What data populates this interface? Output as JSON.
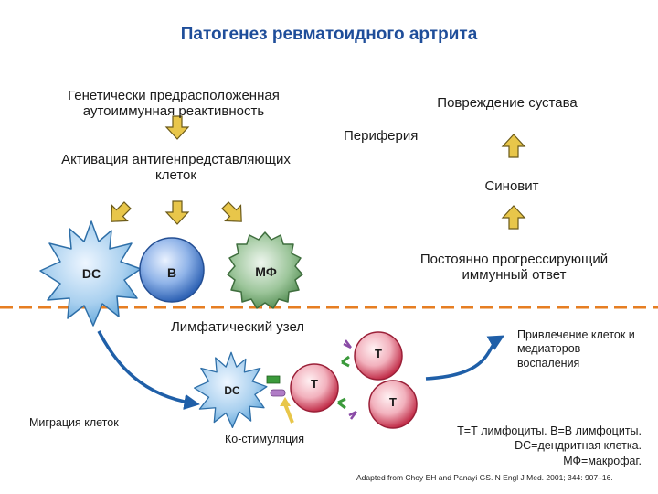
{
  "title": "Патогенез ревматоидного артрита",
  "left_top": [
    "Генетически предрасположенная",
    "аутоиммунная реактивность"
  ],
  "activation": [
    "Активация антигенпредставляющих",
    "клеток"
  ],
  "joint_damage": "Повреждение сустава",
  "periphery": "Периферия",
  "synovitis": "Синовит",
  "immune_response": [
    "Постоянно прогрессирующий",
    "иммунный ответ"
  ],
  "lymph_node": "Лимфатический узел",
  "migration": "Миграция клеток",
  "costimulation": "Ко-стимуляция",
  "recruitment": [
    "Привлечение клеток и",
    "медиаторов",
    "воспаления"
  ],
  "cells": {
    "dc": "DC",
    "b": "B",
    "mf": "МФ",
    "t": "T"
  },
  "legend": [
    "T=Т лимфоциты. B=В лимфоциты.",
    "DC=дендритная клетка.",
    "МФ=макрофаг."
  ],
  "source": "Adapted from Choy EH and Panayi GS. N Engl J Med. 2001; 344: 907–16.",
  "colors": {
    "title": "#1f4e9a",
    "arrow_fill": "#e8c64a",
    "arrow_stroke": "#6b5a1a",
    "divider": "#e67e22",
    "t_cell": "#c22f4a",
    "b_cell": "#2f63b5",
    "macrophage": "#4f8a4e",
    "dc": "#5aa2d8",
    "flow_arrow": "#1f5fa8",
    "costim_arrow": "#e8c64a"
  }
}
